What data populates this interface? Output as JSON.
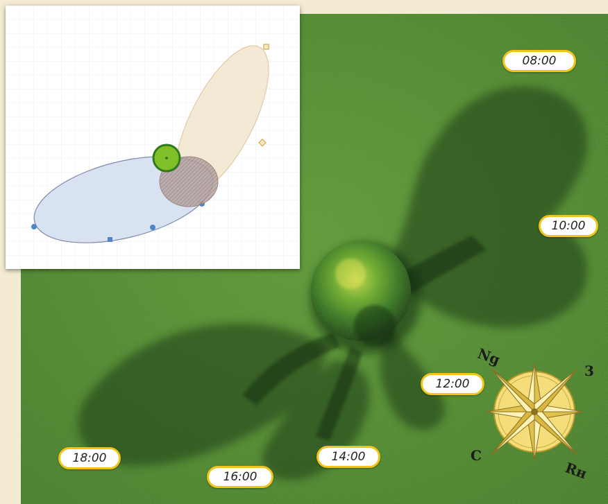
{
  "time_labels": [
    {
      "key": "t0800",
      "text": "08:00"
    },
    {
      "key": "t1000",
      "text": "10:00"
    },
    {
      "key": "t1200",
      "text": "12:00"
    },
    {
      "key": "t1400",
      "text": "14:00"
    },
    {
      "key": "t1600",
      "text": "16:00"
    },
    {
      "key": "t1800",
      "text": "18:00"
    }
  ],
  "compass": {
    "north": "Ng",
    "east": "3",
    "west": "C",
    "south": "Rн"
  },
  "colors": {
    "label_border": "#f1c419",
    "grass": "#4f8a2c",
    "shadow": "#223d18",
    "tree": "#3b8a23",
    "compass_fill": "#f4dd7a",
    "inset_morning_ellipse": "#f3e6cd",
    "inset_afternoon_ellipse": "#d5dff0",
    "inset_overlap": "#8c7a78",
    "inset_tree_marker": "#7fbf28"
  }
}
